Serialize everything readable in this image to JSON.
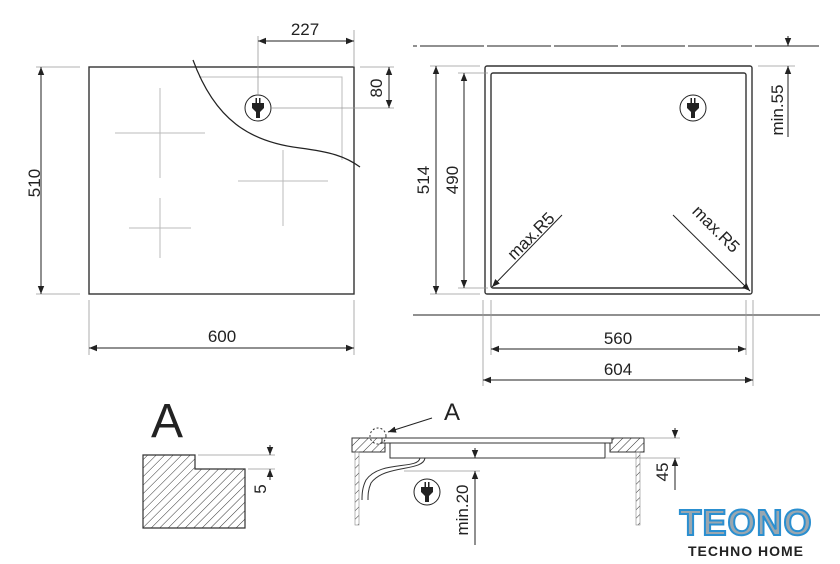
{
  "top_view": {
    "width": "600",
    "height": "510",
    "plug_offset_x": "227",
    "plug_offset_y": "80"
  },
  "cutout": {
    "height_outer": "514",
    "height_inner": "490",
    "width_inner": "560",
    "width_outer": "604",
    "min_clearance": "min.55",
    "radius_left": "max.R5",
    "radius_right": "max.R5"
  },
  "detail": {
    "label": "A",
    "step": "5"
  },
  "section": {
    "label": "A",
    "depth": "45",
    "min_gap": "min.20"
  },
  "logo": {
    "name": "TEONO",
    "tagline": "TECHNO HOME",
    "color": "#2a8fd0"
  }
}
